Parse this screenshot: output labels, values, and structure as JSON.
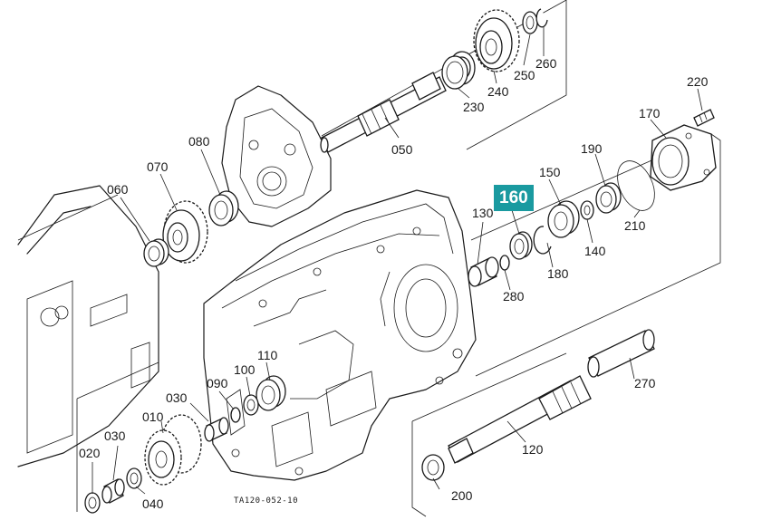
{
  "diagram": {
    "highlight": {
      "label": "160",
      "color": "#1a9aa0"
    },
    "drawing_code": "TA120-052-10",
    "parts": [
      {
        "id": "p010",
        "label": "010"
      },
      {
        "id": "p020",
        "label": "020"
      },
      {
        "id": "p030a",
        "label": "030"
      },
      {
        "id": "p030b",
        "label": "030"
      },
      {
        "id": "p040",
        "label": "040"
      },
      {
        "id": "p050",
        "label": "050"
      },
      {
        "id": "p060",
        "label": "060"
      },
      {
        "id": "p070",
        "label": "070"
      },
      {
        "id": "p080",
        "label": "080"
      },
      {
        "id": "p090",
        "label": "090"
      },
      {
        "id": "p100",
        "label": "100"
      },
      {
        "id": "p110",
        "label": "110"
      },
      {
        "id": "p120",
        "label": "120"
      },
      {
        "id": "p130",
        "label": "130"
      },
      {
        "id": "p140",
        "label": "140"
      },
      {
        "id": "p150",
        "label": "150"
      },
      {
        "id": "p170",
        "label": "170"
      },
      {
        "id": "p180",
        "label": "180"
      },
      {
        "id": "p190",
        "label": "190"
      },
      {
        "id": "p200",
        "label": "200"
      },
      {
        "id": "p210",
        "label": "210"
      },
      {
        "id": "p220",
        "label": "220"
      },
      {
        "id": "p230",
        "label": "230"
      },
      {
        "id": "p240",
        "label": "240"
      },
      {
        "id": "p250",
        "label": "250"
      },
      {
        "id": "p260",
        "label": "260"
      },
      {
        "id": "p270",
        "label": "270"
      },
      {
        "id": "p280",
        "label": "280"
      }
    ]
  }
}
